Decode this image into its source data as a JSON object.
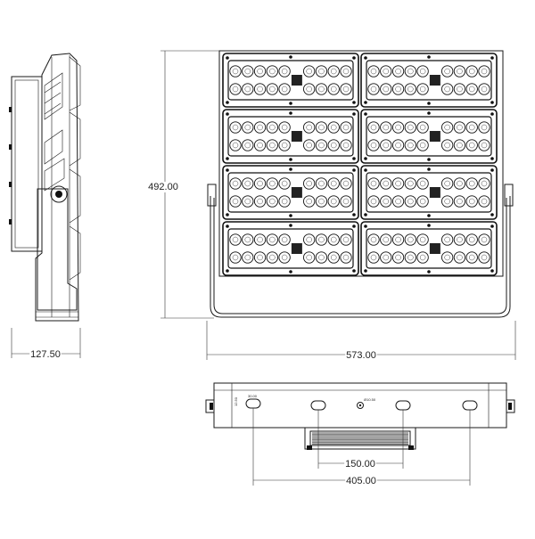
{
  "dimensions": {
    "height": "492.00",
    "side_depth": "127.50",
    "front_width": "573.00",
    "bottom_hole_spacing": "150.00",
    "bottom_total_spacing": "405.00"
  },
  "small_labels": {
    "bottom_left_a": "30.00",
    "bottom_left_b": "12.50",
    "bottom_hole": "Ø10.50"
  },
  "front_view": {
    "rows": 4,
    "columns": 2,
    "led_rows_per_module": 2,
    "leds_per_row": 10
  }
}
